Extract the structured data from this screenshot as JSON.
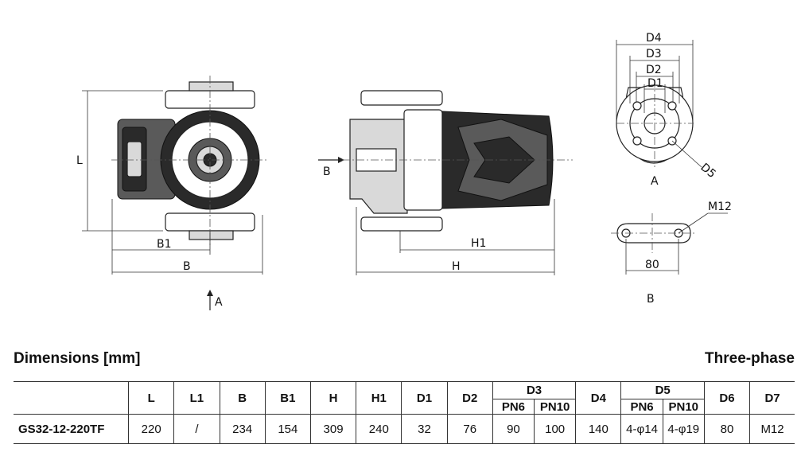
{
  "drawing": {
    "view1": {
      "label_L": "L",
      "label_B1": "B1",
      "label_B": "B",
      "label_arrow_A": "A"
    },
    "view2": {
      "label_B": "B",
      "label_H1": "H1",
      "label_H": "H"
    },
    "view3": {
      "label_D4": "D4",
      "label_D3": "D3",
      "label_D2": "D2",
      "label_D1": "D1",
      "label_D5": "D5",
      "caption": "A"
    },
    "view4": {
      "label_M12": "M12",
      "label_80": "80",
      "caption": "B"
    }
  },
  "section": {
    "title": "Dimensions [mm]",
    "right_title": "Three-phase"
  },
  "table": {
    "headers": {
      "L": "L",
      "L1": "L1",
      "B": "B",
      "B1": "B1",
      "H": "H",
      "H1": "H1",
      "D1": "D1",
      "D2": "D2",
      "D3": "D3",
      "D3_PN6": "PN6",
      "D3_PN10": "PN10",
      "D4": "D4",
      "D5": "D5",
      "D5_PN6": "PN6",
      "D5_PN10": "PN10",
      "D6": "D6",
      "D7": "D7"
    },
    "row": {
      "model": "GS32-12-220TF",
      "L": "220",
      "L1": "/",
      "B": "234",
      "B1": "154",
      "H": "309",
      "H1": "240",
      "D1": "32",
      "D2": "76",
      "D3_PN6": "90",
      "D3_PN10": "100",
      "D4": "140",
      "D5_PN6": "4-φ14",
      "D5_PN10": "4-φ19",
      "D6": "80",
      "D7": "M12"
    }
  }
}
